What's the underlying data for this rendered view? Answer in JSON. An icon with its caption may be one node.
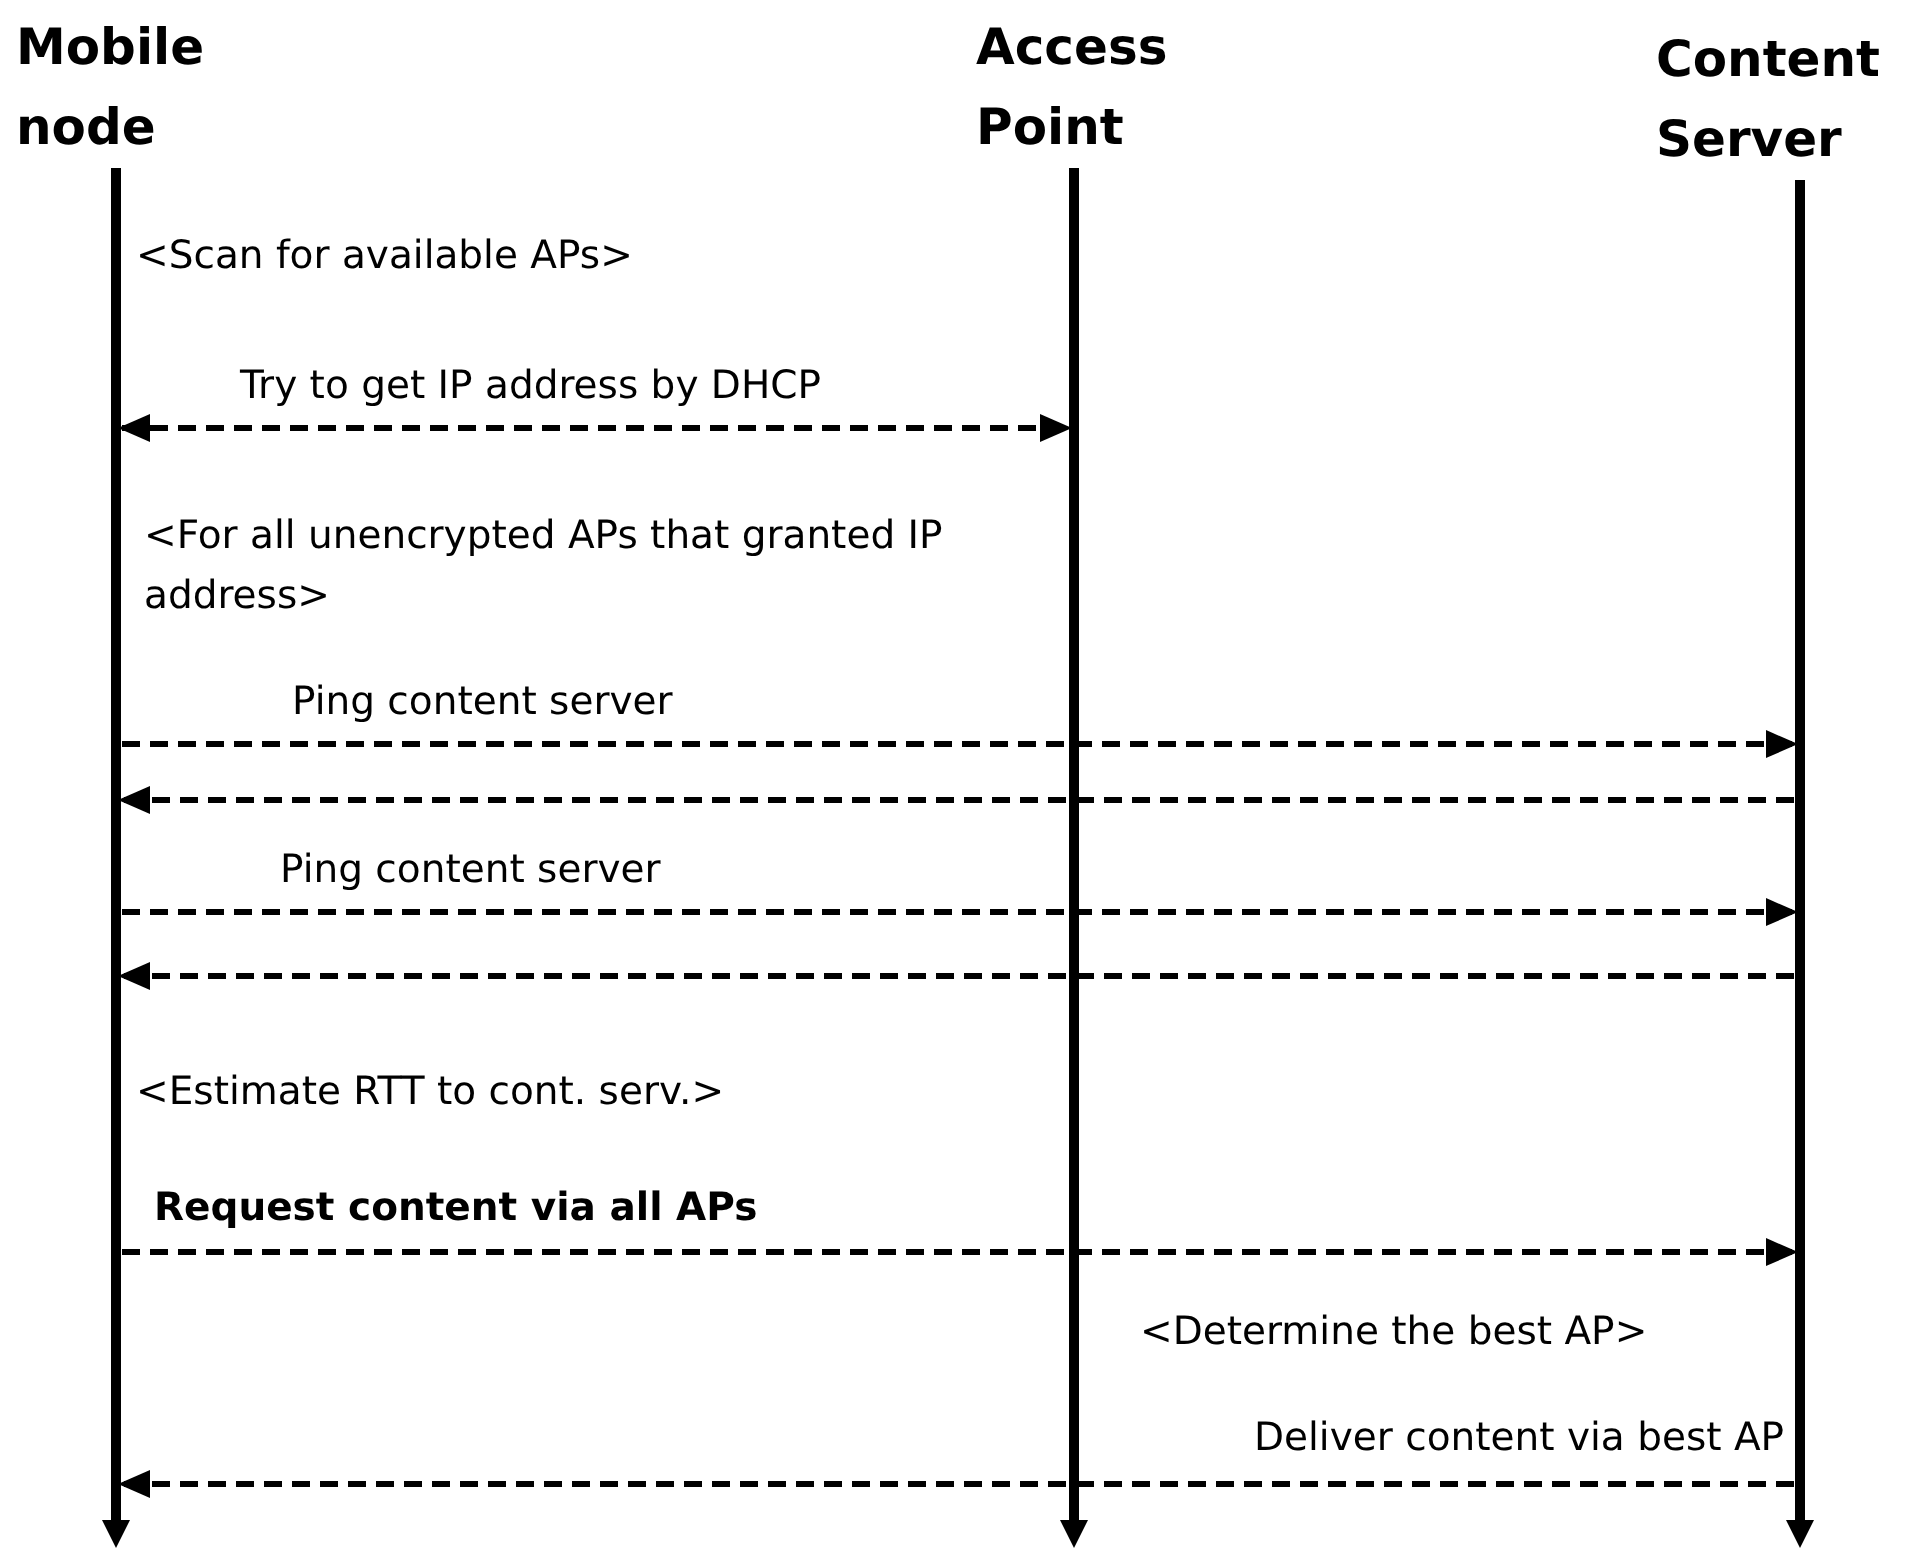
{
  "diagram": {
    "nodes": [
      {
        "text": [
          "Mobile node"
        ]
      },
      {
        "text": [
          "Access Point"
        ]
      },
      {
        "text": [
          "Content Server"
        ]
      }
    ],
    "edges": [
      {
        "from": 0,
        "to": 1,
        "arrow": "both",
        "style": "dashed",
        "label": "Try to get IP address by DHCP"
      },
      {
        "from": 0,
        "to": 2,
        "arrow": "to",
        "style": "dashed",
        "label": "Ping content server"
      },
      {
        "from": 2,
        "to": 0,
        "arrow": "to",
        "style": "dashed"
      },
      {
        "from": 0,
        "to": 2,
        "arrow": "to",
        "style": "dashed",
        "label": "Ping content server"
      },
      {
        "from": 2,
        "to": 0,
        "arrow": "to",
        "style": "dashed"
      },
      {
        "from": 0,
        "to": 2,
        "arrow": "to",
        "style": "dashed",
        "label": "Request content via all APs"
      },
      {
        "from": 2,
        "to": 0,
        "arrow": "to",
        "style": "dashed",
        "label": "Deliver content via best AP"
      }
    ],
    "labels": [
      "<Scan for available APs>",
      "<For all unencrypted APs that granted IP address>",
      "<Estimate RTT to cont. serv.>",
      "<Determine the best AP>"
    ]
  }
}
